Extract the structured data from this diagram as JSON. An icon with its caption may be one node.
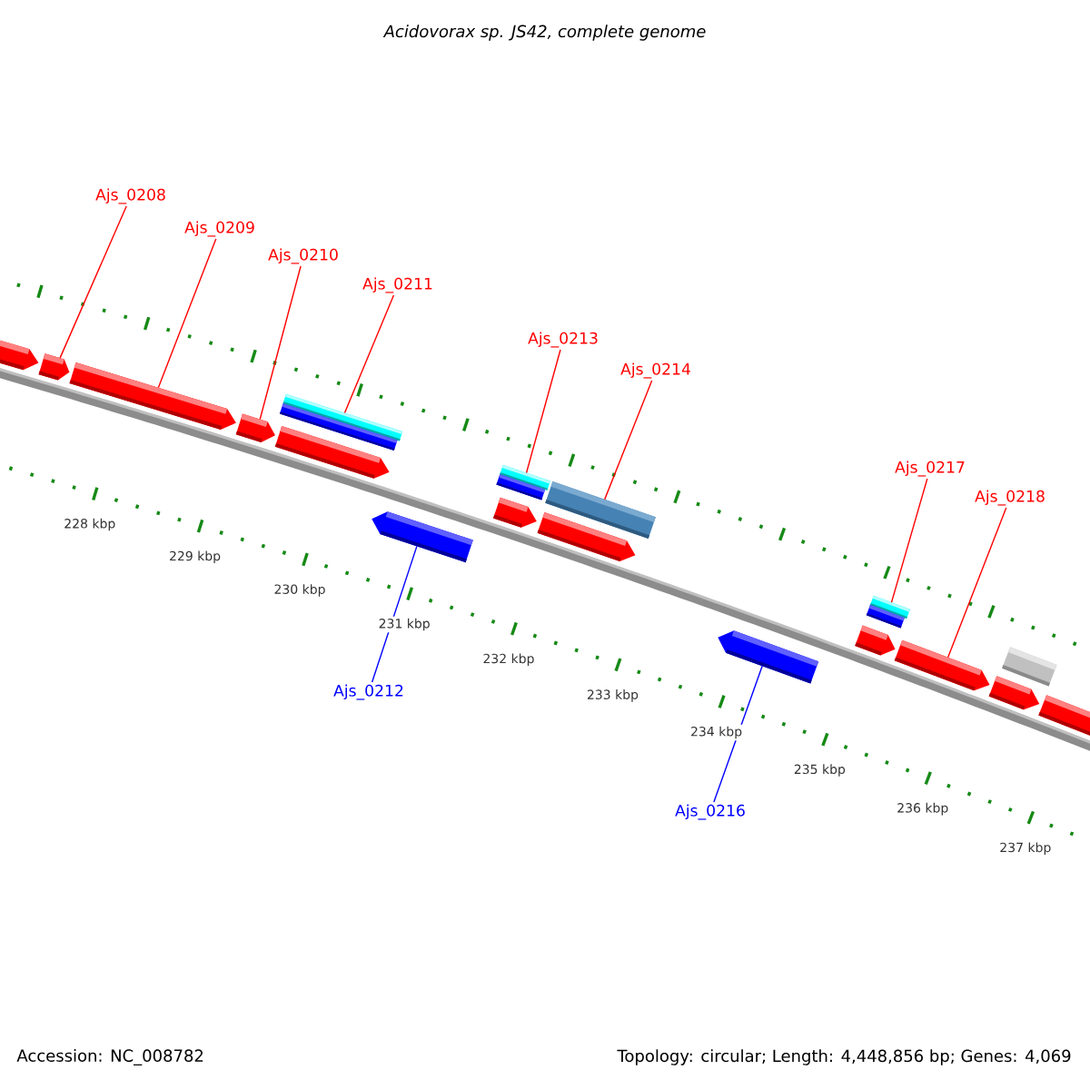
{
  "diagram": {
    "title": "Acidovorax sp. JS42, complete genome",
    "nodes": [
      {
        "text": [
          "Ajs_0208"
        ]
      },
      {
        "text": [
          "Ajs_0209"
        ]
      },
      {
        "text": [
          "Ajs_0210"
        ]
      },
      {
        "text": [
          "Ajs_0211"
        ]
      },
      {
        "text": [
          "Ajs_0213"
        ]
      },
      {
        "text": [
          "Ajs_0214"
        ]
      },
      {
        "text": [
          "Ajs_0217"
        ]
      },
      {
        "text": [
          "Ajs_0218"
        ]
      },
      {
        "text": [
          "Ajs_0212"
        ]
      },
      {
        "text": [
          "Ajs_0216"
        ]
      },
      {
        "text": [],
        "shape": "pentagon"
      },
      {
        "text": [],
        "shape": "pentagon"
      },
      {
        "text": [],
        "shape": "pentagon"
      },
      {
        "text": [],
        "shape": "pentagon"
      },
      {
        "text": [],
        "shape": "bar"
      },
      {
        "text": [],
        "shape": "bar"
      },
      {
        "text": [],
        "shape": "pentagon"
      },
      {
        "text": [],
        "shape": "pentagon"
      },
      {
        "text": [],
        "shape": "bar"
      },
      {
        "text": [],
        "shape": "bar"
      },
      {
        "text": [],
        "shape": "pentagon"
      },
      {
        "text": [],
        "shape": "bar"
      },
      {
        "text": [],
        "shape": "pentagon"
      },
      {
        "text": [],
        "shape": "pentagon"
      },
      {
        "text": [],
        "shape": "bar"
      },
      {
        "text": [],
        "shape": "bar"
      },
      {
        "text": [],
        "shape": "pentagon"
      },
      {
        "text": [],
        "shape": "pentagon"
      },
      {
        "text": [],
        "shape": "pentagon"
      },
      {
        "text": [],
        "shape": "bar"
      },
      {
        "text": [],
        "shape": "pentagon"
      }
    ],
    "edges": [
      {
        "from": 0,
        "to": 11,
        "arrow": "none"
      },
      {
        "from": 1,
        "to": 12,
        "arrow": "none"
      },
      {
        "from": 2,
        "to": 13,
        "arrow": "none"
      },
      {
        "from": 3,
        "to": 14,
        "arrow": "none"
      },
      {
        "from": 4,
        "to": 18,
        "arrow": "none"
      },
      {
        "from": 5,
        "to": 21,
        "arrow": "none"
      },
      {
        "from": 6,
        "to": 24,
        "arrow": "none"
      },
      {
        "from": 7,
        "to": 27,
        "arrow": "none"
      },
      {
        "from": 8,
        "to": 17,
        "arrow": "none",
        "color": "#0000ff"
      },
      {
        "from": 9,
        "to": 23,
        "arrow": "none",
        "color": "#0000ff"
      }
    ],
    "labels": [
      "228 kbp",
      "229 kbp",
      "230 kbp",
      "231 kbp",
      "232 kbp",
      "233 kbp",
      "234 kbp",
      "235 kbp",
      "236 kbp",
      "237 kbp",
      "Accession: NC_008782",
      "Topology: circular; Length: 4,448,856 bp; Genes: 4,069"
    ]
  }
}
